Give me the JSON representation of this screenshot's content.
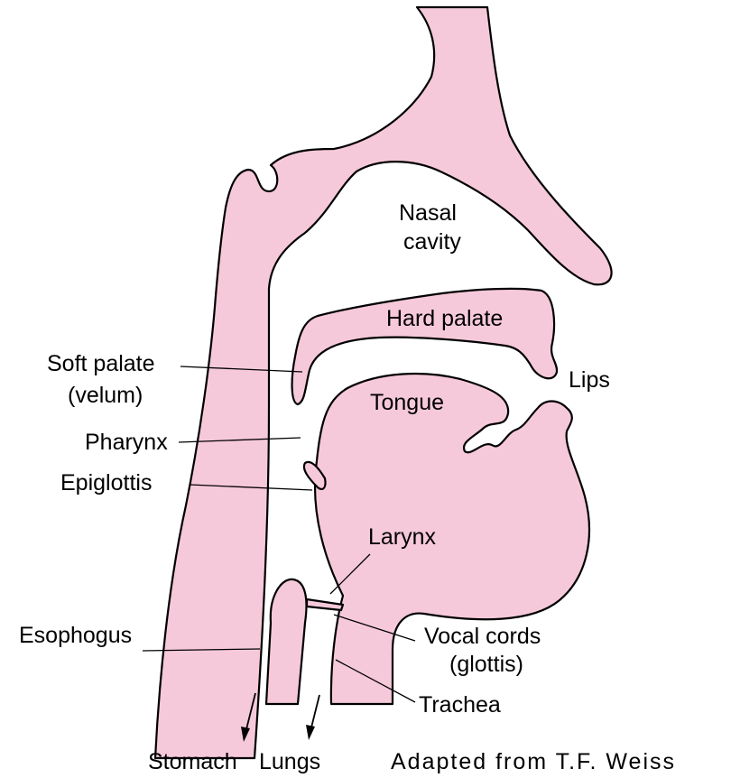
{
  "labels": {
    "nasal_cavity_line1": "Nasal",
    "nasal_cavity_line2": "cavity",
    "hard_palate": "Hard palate",
    "lips": "Lips",
    "soft_palate_line1": "Soft palate",
    "soft_palate_line2": "(velum)",
    "tongue": "Tongue",
    "pharynx": "Pharynx",
    "epiglottis": "Epiglottis",
    "larynx": "Larynx",
    "esophogus": "Esophogus",
    "vocal_cords_line1": "Vocal cords",
    "vocal_cords_line2": "(glottis)",
    "trachea": "Trachea",
    "stomach": "Stomach",
    "lungs": "Lungs"
  },
  "credit": "Adapted from T.F. Weiss",
  "colors": {
    "tissue_fill": "#f6c9da",
    "outline": "#000000",
    "background": "#ffffff"
  }
}
